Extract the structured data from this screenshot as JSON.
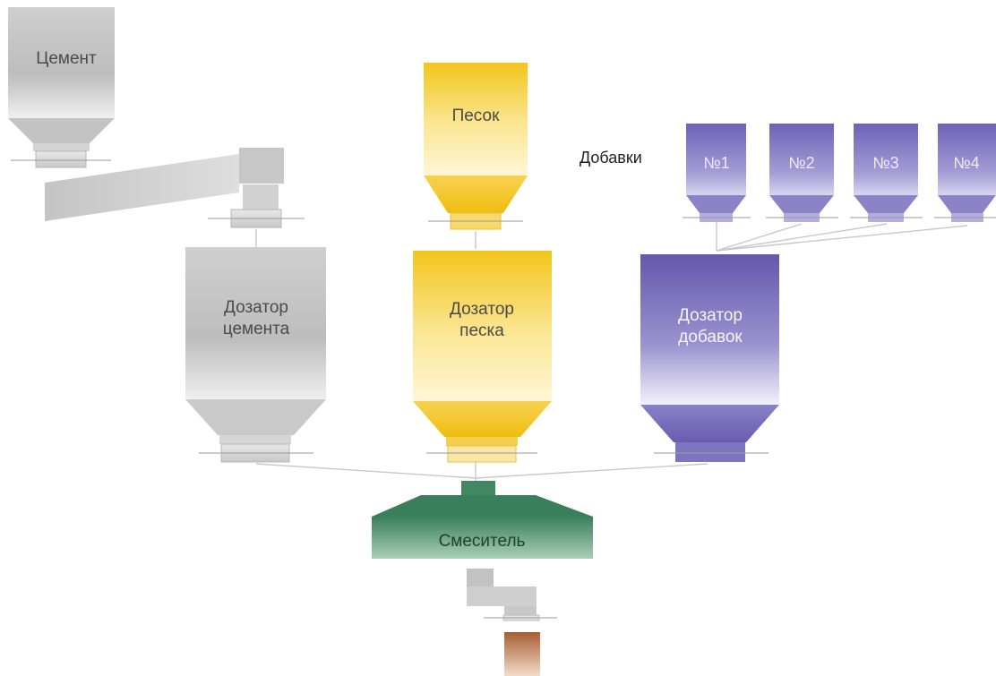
{
  "labels": {
    "cement_silo": "Цемент",
    "sand_silo": "Песок",
    "additives": "Добавки",
    "cement_dosing": [
      "Дозатор",
      "цемента"
    ],
    "sand_dosing": [
      "Дозатор",
      "песка"
    ],
    "additive_dosing": [
      "Дозатор",
      "добавок"
    ],
    "mixer": "Смеситель"
  },
  "additive_hoppers": [
    "№1",
    "№2",
    "№3",
    "№4"
  ],
  "colors": {
    "cement": "#bdbdbd",
    "sand": "#f2c21a",
    "additives": "#6f63b3",
    "mixer": "#3f8a64",
    "output": "#b86a3a"
  }
}
